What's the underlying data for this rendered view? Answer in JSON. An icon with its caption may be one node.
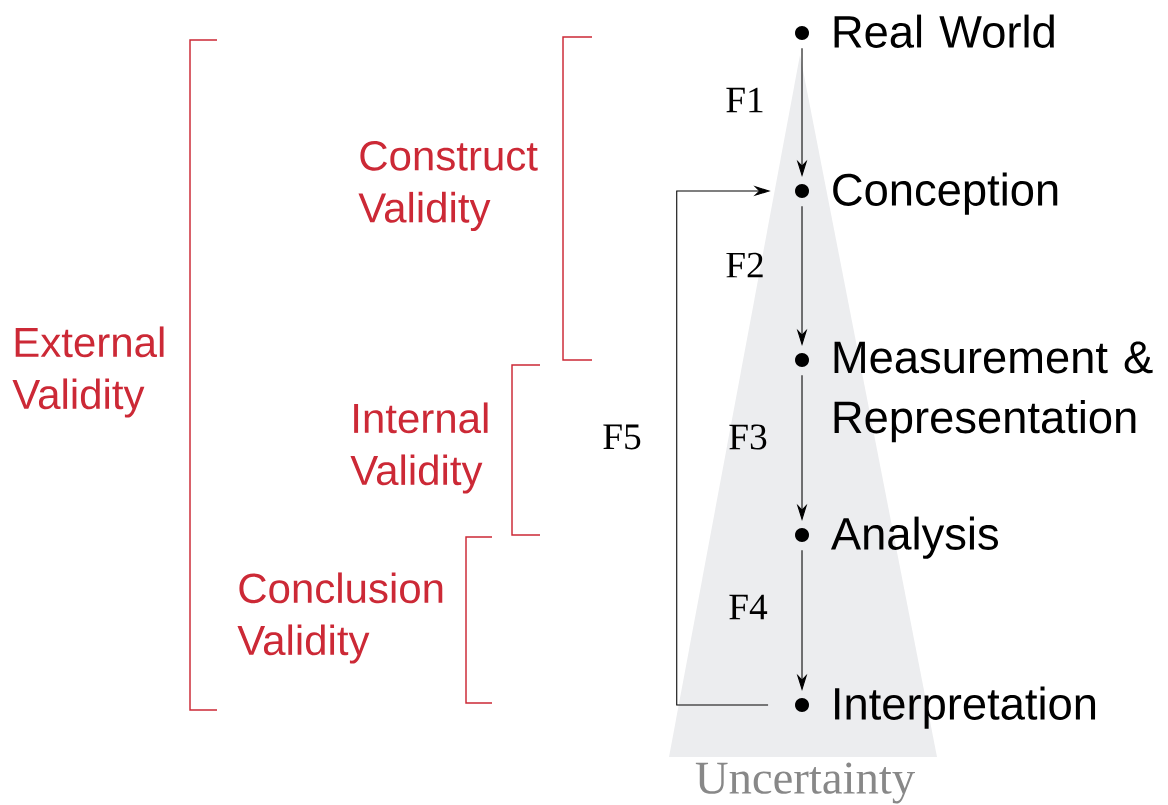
{
  "diagram": {
    "nodes": [
      {
        "text": [
          "Real World"
        ]
      },
      {
        "text": [
          "Conception"
        ]
      },
      {
        "text": [
          "Measurement & Representation"
        ]
      },
      {
        "text": [
          "Analysis"
        ]
      },
      {
        "text": [
          "Interpretation"
        ]
      }
    ],
    "edges": [
      {
        "from": 0,
        "to": 1,
        "arrow": "to",
        "label": "F1"
      },
      {
        "from": 1,
        "to": 2,
        "arrow": "to",
        "label": "F2"
      },
      {
        "from": 2,
        "to": 3,
        "arrow": "to",
        "label": "F3"
      },
      {
        "from": 3,
        "to": 4,
        "arrow": "to",
        "label": "F4"
      },
      {
        "from": 4,
        "to": 1,
        "arrow": "to",
        "label": "F5"
      }
    ],
    "labels": [
      "Construct Validity",
      "External Validity",
      "Internal Validity",
      "Conclusion Validity",
      "Uncertainty"
    ]
  }
}
